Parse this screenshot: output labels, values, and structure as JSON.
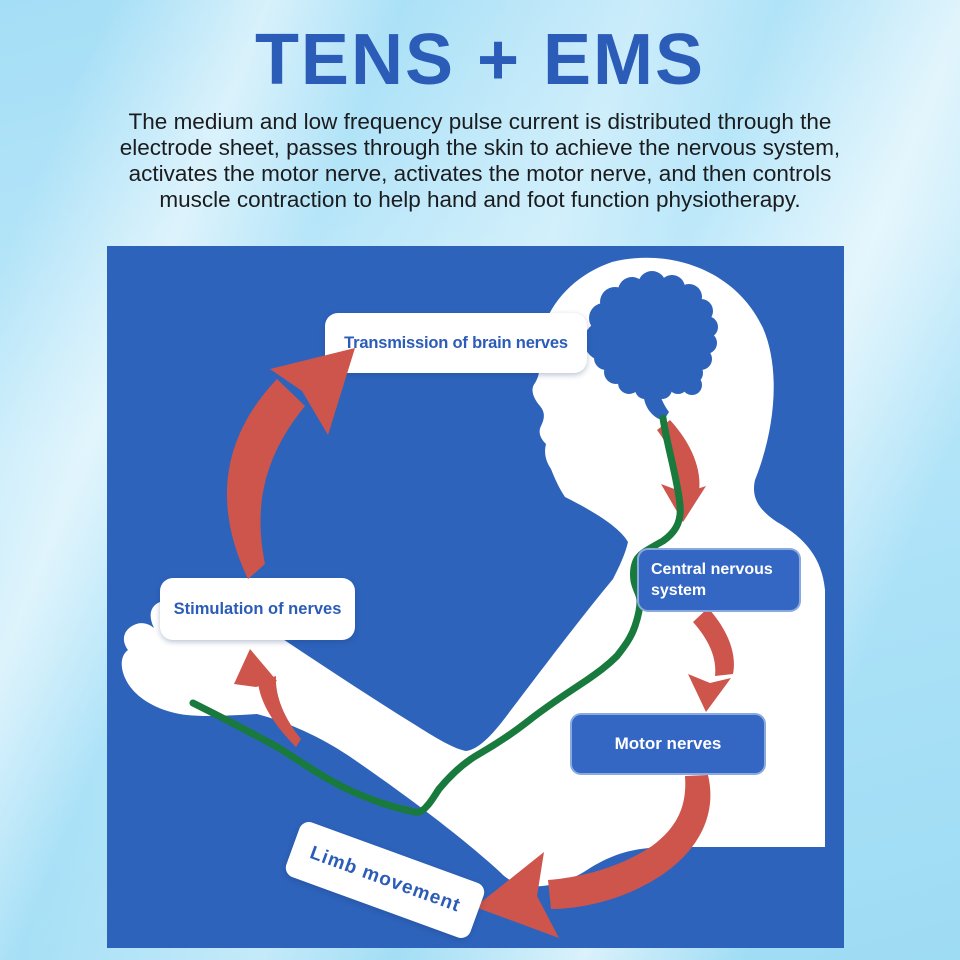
{
  "title": "TENS + EMS",
  "description": "The medium and low frequency pulse current is distributed through the\nelectrode sheet, passes through the skin to achieve the nervous system,\nactivates the motor nerve, activates the motor nerve, and then controls\nmuscle contraction to help hand and foot function physiotherapy.",
  "diagram": {
    "labels": {
      "brain_transmission": "Transmission of brain nerves",
      "nerve_stimulation": "Stimulation of nerves",
      "central_nervous_system": "Central nervous system",
      "motor_nerves": "Motor nerves",
      "limb_movement": "Limb movement"
    },
    "flow_order": [
      "Stimulation of nerves",
      "Transmission of brain nerves",
      "Central nervous system",
      "Motor nerves",
      "Limb movement"
    ],
    "colors": {
      "panel_blue": "#2e63bc",
      "label_box_blue": "#3467c4",
      "label_text_blue": "#2b5cb8",
      "arrow_red": "#cd554b",
      "nerve_green": "#187a3c",
      "silhouette_white": "#ffffff"
    }
  },
  "page": {
    "title_color": "#2b5cb8",
    "background_light_blue": "#aee2f8",
    "body_text_color": "#1b1c1e"
  }
}
